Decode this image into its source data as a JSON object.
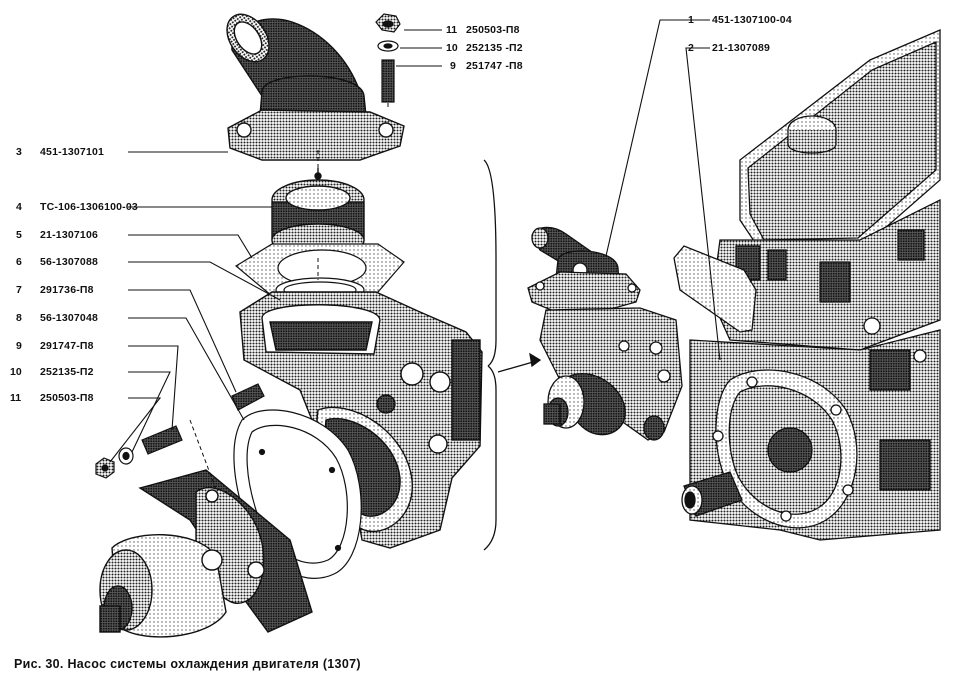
{
  "caption": "Рис. 30. Насос системы охлаждения двигателя (1307)",
  "callouts_top_right": [
    {
      "num": "11",
      "part": "250503-П8"
    },
    {
      "num": "10",
      "part": "252135 -П2"
    },
    {
      "num": "9",
      "part": "251747 -П8"
    }
  ],
  "callouts_far_right": [
    {
      "num": "1",
      "part": "451-1307100-04"
    },
    {
      "num": "2",
      "part": "21-1307089"
    }
  ],
  "callouts_left": [
    {
      "num": "3",
      "part": "451-1307101"
    },
    {
      "num": "4",
      "part": "ТС-106-1306100-03"
    },
    {
      "num": "5",
      "part": "21-1307106"
    },
    {
      "num": "6",
      "part": "56-1307088"
    },
    {
      "num": "7",
      "part": "291736-П8"
    },
    {
      "num": "8",
      "part": "56-1307048"
    },
    {
      "num": "9",
      "part": "291747-П8"
    },
    {
      "num": "10",
      "part": "252135-П2"
    },
    {
      "num": "11",
      "part": "250503-П8"
    }
  ],
  "colors": {
    "ink": "#111111",
    "paper": "#ffffff",
    "halftone": "#2b2b2b"
  },
  "parts_shown": {
    "outlet_pipe": "thermostat-housing-pipe",
    "thermostat": "thermostat",
    "gaskets": "gasket",
    "pump_body": "pump-housing",
    "pump_shaft_assembly": "pump-impeller-assembly",
    "engine": "engine-block",
    "assembled_pump": "assembled-pump-view",
    "fasteners": "nut-washer-stud"
  }
}
